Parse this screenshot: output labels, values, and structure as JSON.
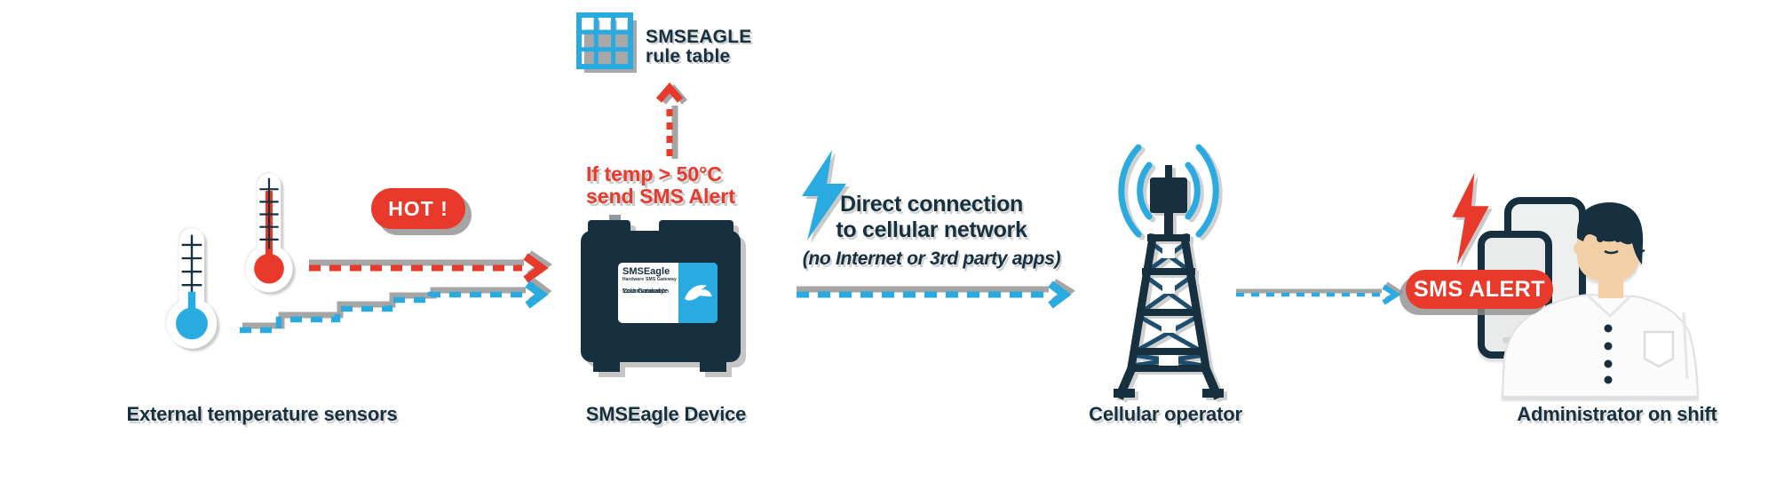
{
  "diagram": {
    "sensors": {
      "label": "External temperature sensors",
      "hot_badge": "HOT !"
    },
    "rule_table": {
      "title_line1": "SMSEAGLE",
      "title_line2": "rule table"
    },
    "condition": {
      "line1": "If temp > 50°C",
      "line2": "send SMS Alert"
    },
    "device": {
      "label": "SMSEagle Device",
      "brand": "SMSEagle",
      "brand_sub": "Hardware SMS Gateway",
      "tagline_line1": "Your Gateway",
      "tagline_line2": "to Unbreakable",
      "tagline_line3": "Communication"
    },
    "connection": {
      "line1": "Direct connection",
      "line2": "to cellular network",
      "note": "(no Internet or 3rd party apps)"
    },
    "operator": {
      "label": "Cellular operator"
    },
    "recipient": {
      "label": "Administrator on shift",
      "sms_badge": "SMS ALERT"
    }
  },
  "colors": {
    "navy": "#16303f",
    "blue": "#29abe2",
    "red": "#e8392b",
    "shadow_gray": "#8f8f8f",
    "skin": "#f2cfa5"
  },
  "icons": {
    "sensors": [
      "thermometer-cold-icon",
      "thermometer-hot-icon"
    ],
    "rules": [
      "rule-table-icon",
      "up-arrow-icon"
    ],
    "connection": [
      "lightning-blue-icon",
      "dashed-arrow-icon"
    ],
    "operator": [
      "cell-tower-icon",
      "radio-waves-icon"
    ],
    "recipient": [
      "lightning-red-icon",
      "smartphone-icon",
      "person-icon",
      "eagle-logo-icon"
    ]
  }
}
